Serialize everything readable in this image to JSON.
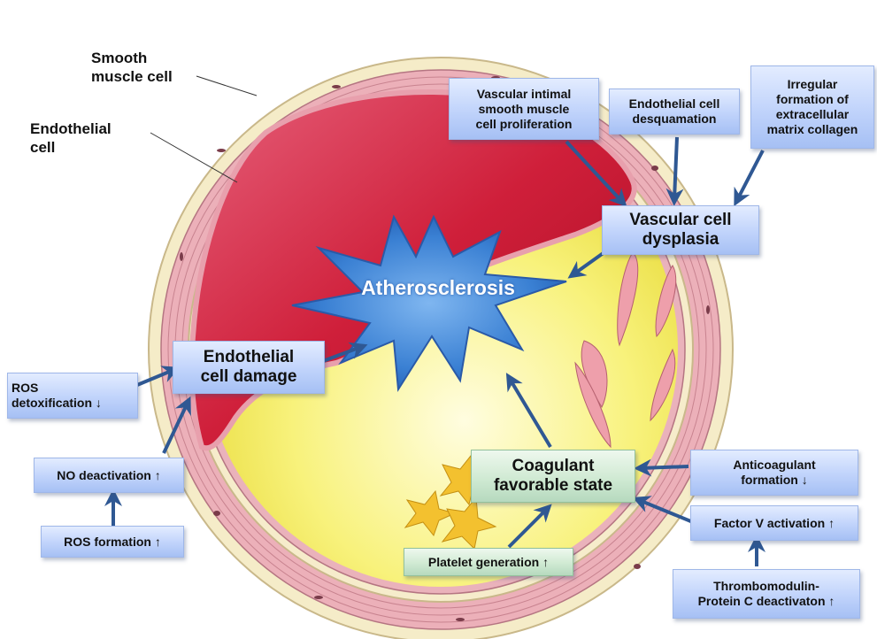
{
  "labels": {
    "smooth_muscle": "Smooth\nmuscle cell",
    "endothelial": "Endothelial\ncell"
  },
  "center": "Atherosclerosis",
  "boxes": {
    "vascular_intimal": "Vascular intimal\nsmooth muscle\ncell proliferation",
    "endothelial_desquamation": "Endothelial cell\ndesquamation",
    "irregular_collagen": "Irregular\nformation of\nextracellular\nmatrix collagen",
    "vascular_dysplasia": "Vascular cell\ndysplasia",
    "endothelial_damage": "Endothelial\ncell damage",
    "ros_detox": "ROS\ndetoxification ↓",
    "no_deactivation": "NO deactivation ↑",
    "ros_formation": "ROS formation ↑",
    "coagulant_state": "Coagulant\nfavorable state",
    "anticoagulant": "Anticoagulant\nformation ↓",
    "factor_v": "Factor V activation ↑",
    "thrombomodulin": "Thrombomodulin-\nProtein C deactivaton ↑",
    "platelet": "Platelet generation ↑"
  },
  "colors": {
    "outer_wall": "#f3e9c4",
    "muscle": "#e9a9b3",
    "blood": "#cc1833",
    "plaque": "#f6ef74",
    "star": "#3f86d6",
    "arrow": "#2f5893",
    "platelet": "#f2c232"
  }
}
